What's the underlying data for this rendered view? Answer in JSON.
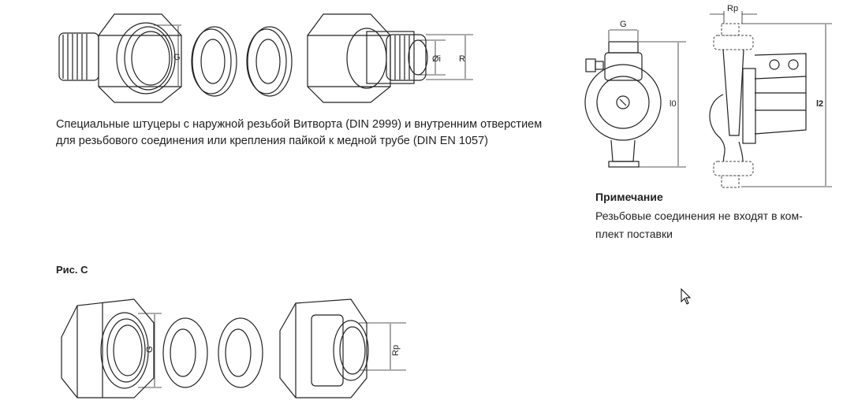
{
  "top_fittings": {
    "label_g": "G",
    "label_di": "Øi",
    "label_r": "R"
  },
  "description": "Специальные штуцеры с наружной резьбой Витворта (DIN 2999) и внутренним отверстием для резьбового соединения или крепления пайкой к медной трубе (DIN EN 1057)",
  "pump": {
    "label_g": "G",
    "label_rp": "Rp",
    "label_l0": "l0",
    "label_l2": "l2"
  },
  "note": {
    "title": "Примечание",
    "line1": "Резьбовые соединения не входят в ком-",
    "line2": "плект поставки"
  },
  "figure_c": {
    "caption": "Рис. C",
    "label_g": "G",
    "label_rp": "Rp"
  }
}
